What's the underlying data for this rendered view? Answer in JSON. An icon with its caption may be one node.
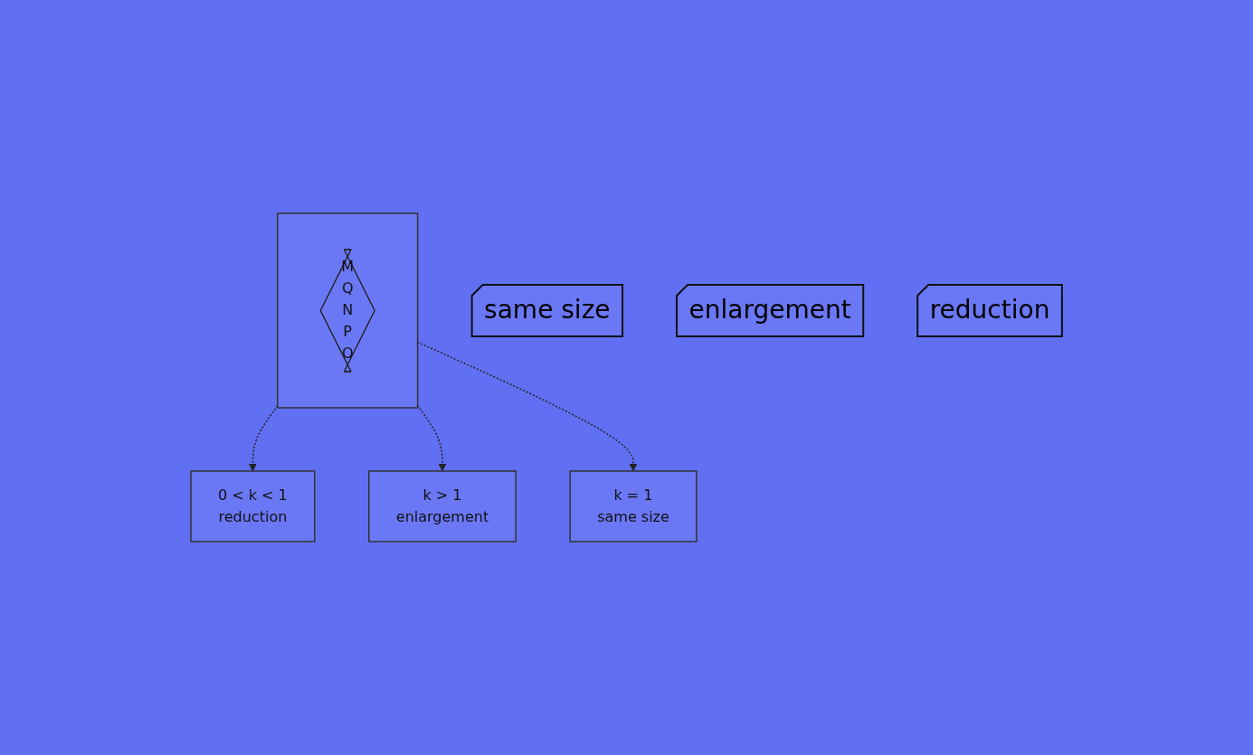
{
  "diagram": {
    "nodes": [
      {
        "text": [
          "0 < k < 1",
          "reduction"
        ]
      },
      {
        "text": [],
        "shape": "box"
      },
      {
        "text": [
          "M",
          "Q",
          "N",
          "P",
          "O"
        ],
        "in": 1
      },
      {
        "text": [
          "k > 1",
          "enlargement"
        ]
      },
      {
        "text": [
          "k = 1",
          "same size"
        ]
      },
      {
        "text": [
          "same size"
        ]
      },
      {
        "text": [
          "enlargement"
        ]
      },
      {
        "text": [
          "reduction"
        ]
      }
    ],
    "edges": [
      {
        "from": 1,
        "to": 0,
        "arrow": "to",
        "style": "dashed"
      },
      {
        "from": 1,
        "to": 3,
        "arrow": "to",
        "style": "dashed"
      },
      {
        "from": 1,
        "to": 4,
        "arrow": "to",
        "style": "dashed"
      }
    ]
  }
}
